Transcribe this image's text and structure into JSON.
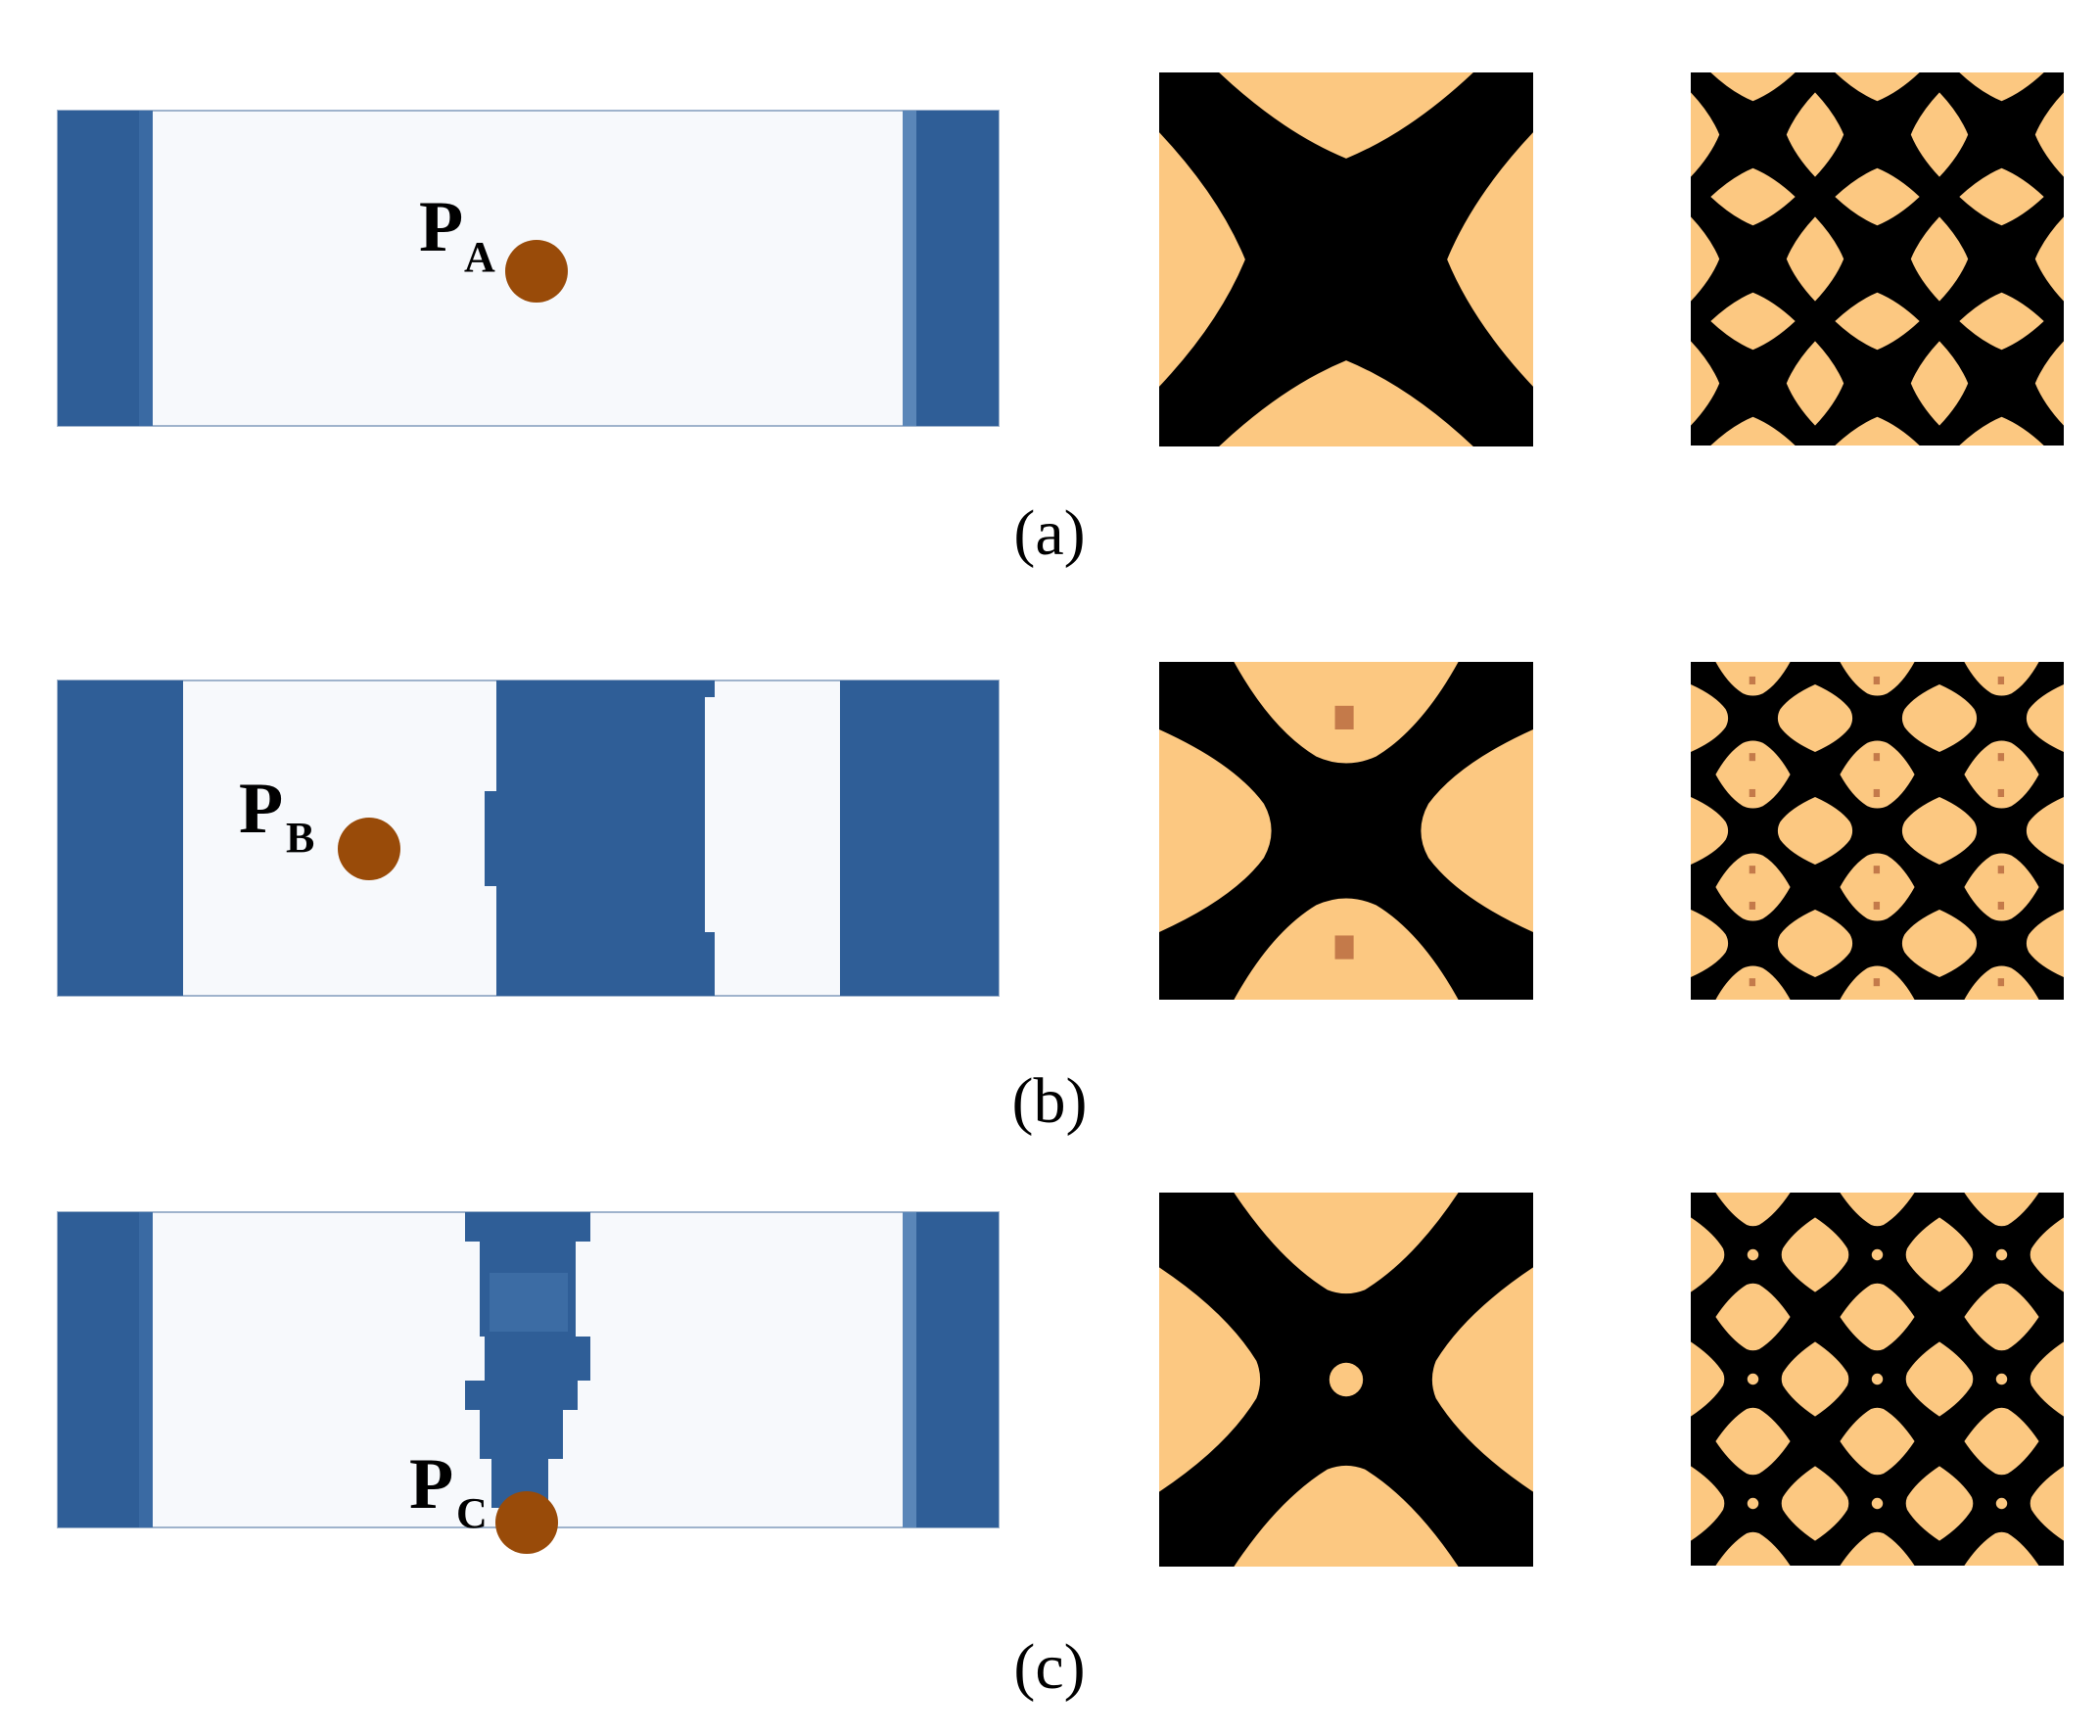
{
  "colors": {
    "structure_blue": "#2f5e97",
    "background_white": "#f7f9fc",
    "cell_solid": "#000000",
    "cell_void": "#fcc881",
    "point_marker": "#994b09",
    "intermediate": "#c47a4a"
  },
  "rows": [
    {
      "caption": "(a)",
      "point": {
        "main": "P",
        "sub": "A"
      }
    },
    {
      "caption": "(b)",
      "point": {
        "main": "P",
        "sub": "B"
      }
    },
    {
      "caption": "(c)",
      "point": {
        "main": "P",
        "sub": "C"
      }
    }
  ]
}
